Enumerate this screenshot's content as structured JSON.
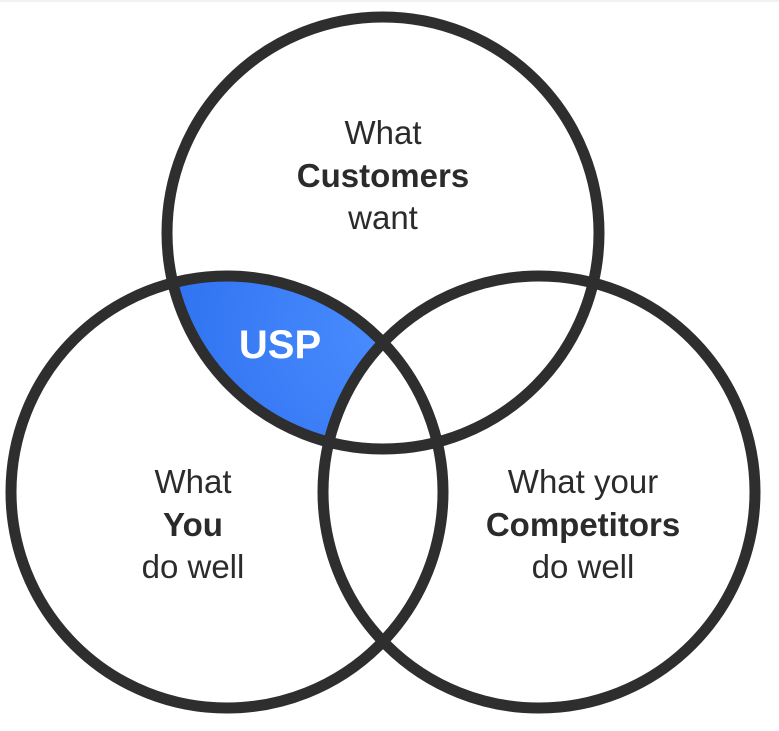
{
  "colors": {
    "outline": "#2e2e2e",
    "usp_fill_center": "#3d86ff",
    "usp_fill_edge": "#1456e0",
    "usp_text": "#ffffff",
    "label_text": "#2b2b2b",
    "background": "#ffffff"
  },
  "circles": {
    "customers": {
      "line1": "What",
      "line2": "Customers",
      "line3": "want"
    },
    "you": {
      "line1": "What",
      "line2": "You",
      "line3": "do well"
    },
    "competitors": {
      "line1": "What your",
      "line2": "Competitors",
      "line3": "do well"
    }
  },
  "usp": {
    "label": "USP"
  }
}
